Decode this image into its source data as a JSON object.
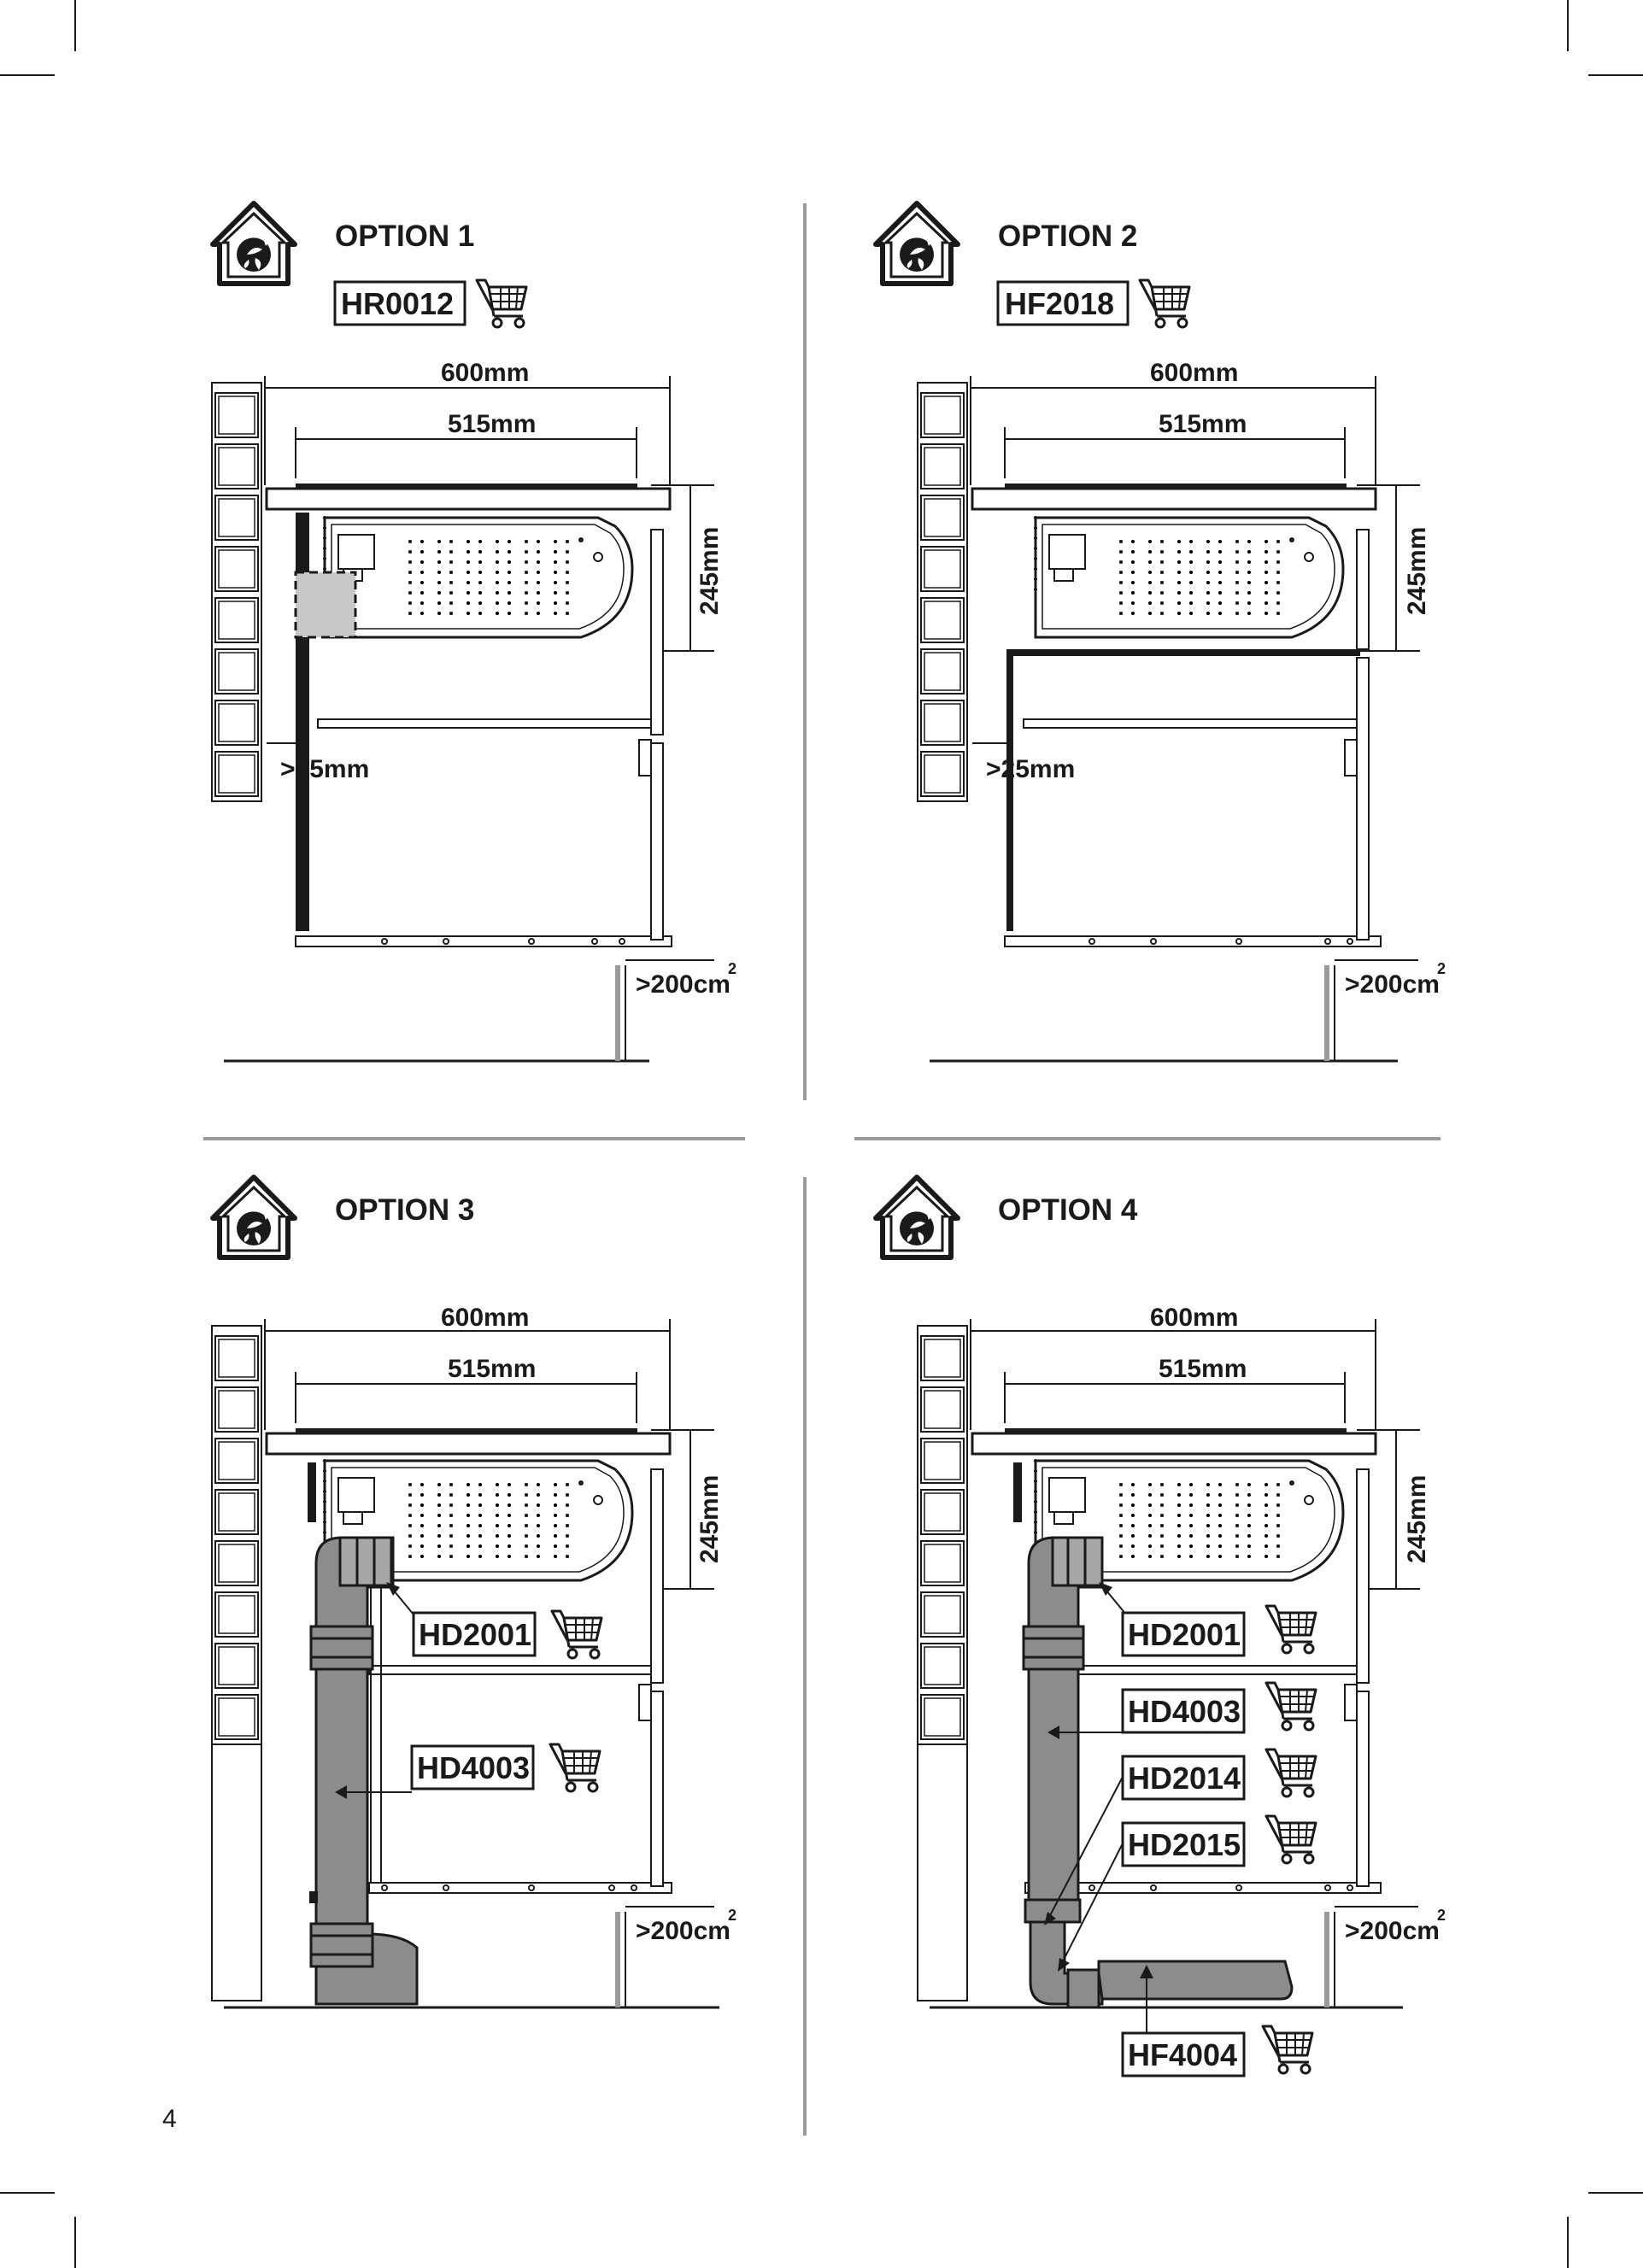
{
  "page_number": "4",
  "colors": {
    "ink": "#1a1a1a",
    "duct_grey": "#8c8c8c",
    "panel_grey": "#c8c8c8",
    "divider": "#9a9a9a"
  },
  "options": [
    {
      "title": "OPTION 1",
      "icon": "recirculation-house-icon",
      "part_code": "HR0012",
      "dims": {
        "overall_width": "600mm",
        "unit_width": "515mm",
        "unit_height": "245mm",
        "gap": ">25mm",
        "vent_area": ">200cm",
        "vent_area_sup": "2"
      }
    },
    {
      "title": "OPTION 2",
      "icon": "recirculation-house-icon",
      "part_code": "HF2018",
      "dims": {
        "overall_width": "600mm",
        "unit_width": "515mm",
        "unit_height": "245mm",
        "gap": ">25mm",
        "vent_area": ">200cm",
        "vent_area_sup": "2"
      }
    },
    {
      "title": "OPTION 3",
      "icon": "recirculation-house-icon",
      "dims": {
        "overall_width": "600mm",
        "unit_width": "515mm",
        "unit_height": "245mm",
        "vent_area": ">200cm",
        "vent_area_sup": "2"
      },
      "parts": [
        "HD2001",
        "HD4003"
      ]
    },
    {
      "title": "OPTION 4",
      "icon": "recirculation-house-icon",
      "dims": {
        "overall_width": "600mm",
        "unit_width": "515mm",
        "unit_height": "245mm",
        "vent_area": ">200cm",
        "vent_area_sup": "2"
      },
      "parts": [
        "HD2001",
        "HD4003",
        "HD2014",
        "HD2015",
        "HF4004"
      ]
    }
  ]
}
